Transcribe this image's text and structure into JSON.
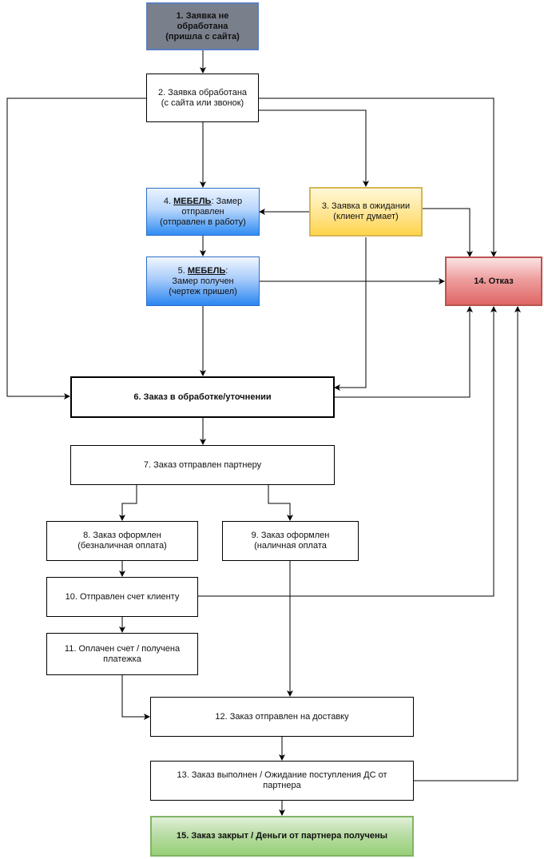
{
  "diagram": {
    "nodes": {
      "n1": {
        "lines": [
          "1. Заявка не",
          "обработана",
          "(пришла с сайта)"
        ]
      },
      "n2": {
        "lines": [
          "2. Заявка обработана",
          "(с сайта или звонок)"
        ]
      },
      "n3": {
        "lines": [
          "3. Заявка в ожидании",
          "(клиент думает)"
        ]
      },
      "n4": {
        "prefix": "4. ",
        "underlined": "МЕБЕЛЬ",
        "rest": ": Замер",
        "lines": [
          "отправлен",
          "(отправлен в работу)"
        ]
      },
      "n5": {
        "prefix": "5. ",
        "underlined": "МЕБЕЛЬ",
        "rest": ":",
        "lines": [
          "Замер получен",
          "(чертеж пришел)"
        ]
      },
      "n6": {
        "lines": [
          "6. Заказ в обработке/уточнении"
        ]
      },
      "n7": {
        "lines": [
          "7. Заказ отправлен партнеру"
        ]
      },
      "n8": {
        "lines": [
          "8. Заказ оформлен",
          "(безналичная оплата)"
        ]
      },
      "n9": {
        "lines": [
          "9. Заказ оформлен",
          "(наличная оплата"
        ]
      },
      "n10": {
        "lines": [
          "10. Отправлен счет клиенту"
        ]
      },
      "n11": {
        "lines": [
          "11. Оплачен счет / получена",
          "платежка"
        ]
      },
      "n12": {
        "lines": [
          "12. Заказ отправлен на доставку"
        ]
      },
      "n13": {
        "lines": [
          "13. Заказ выполнен / Ожидание поступления ДС от",
          "партнера"
        ]
      },
      "n14": {
        "lines": [
          "14. Отказ"
        ]
      },
      "n15": {
        "lines": [
          "15. Заказ закрыт / Деньги от партнера получены"
        ]
      }
    },
    "colors": {
      "start_fill": "#7a7f8c",
      "measure_fill": "#2f8cf3",
      "waiting_fill": "#ffd44a",
      "refusal_fill": "#e06666",
      "closed_fill": "#97d077",
      "edge_color": "#000000"
    }
  }
}
